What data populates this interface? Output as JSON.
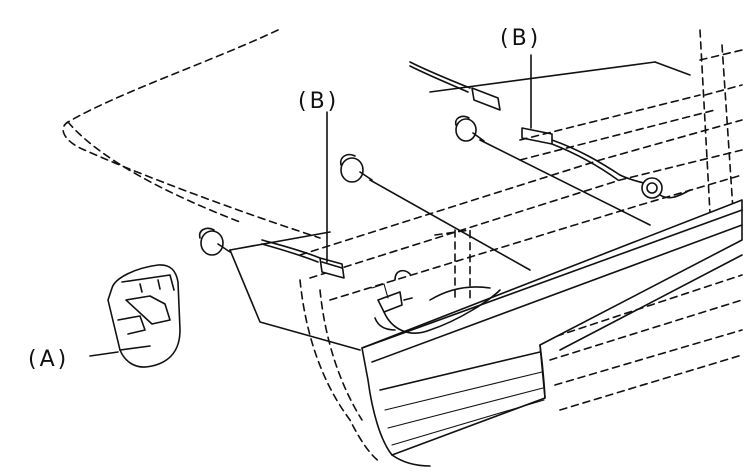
{
  "callouts": {
    "a": "(A)",
    "b_left": "(B)",
    "b_right": "(B)"
  },
  "colors": {
    "ink": "#111111",
    "paper": "#ffffff"
  }
}
